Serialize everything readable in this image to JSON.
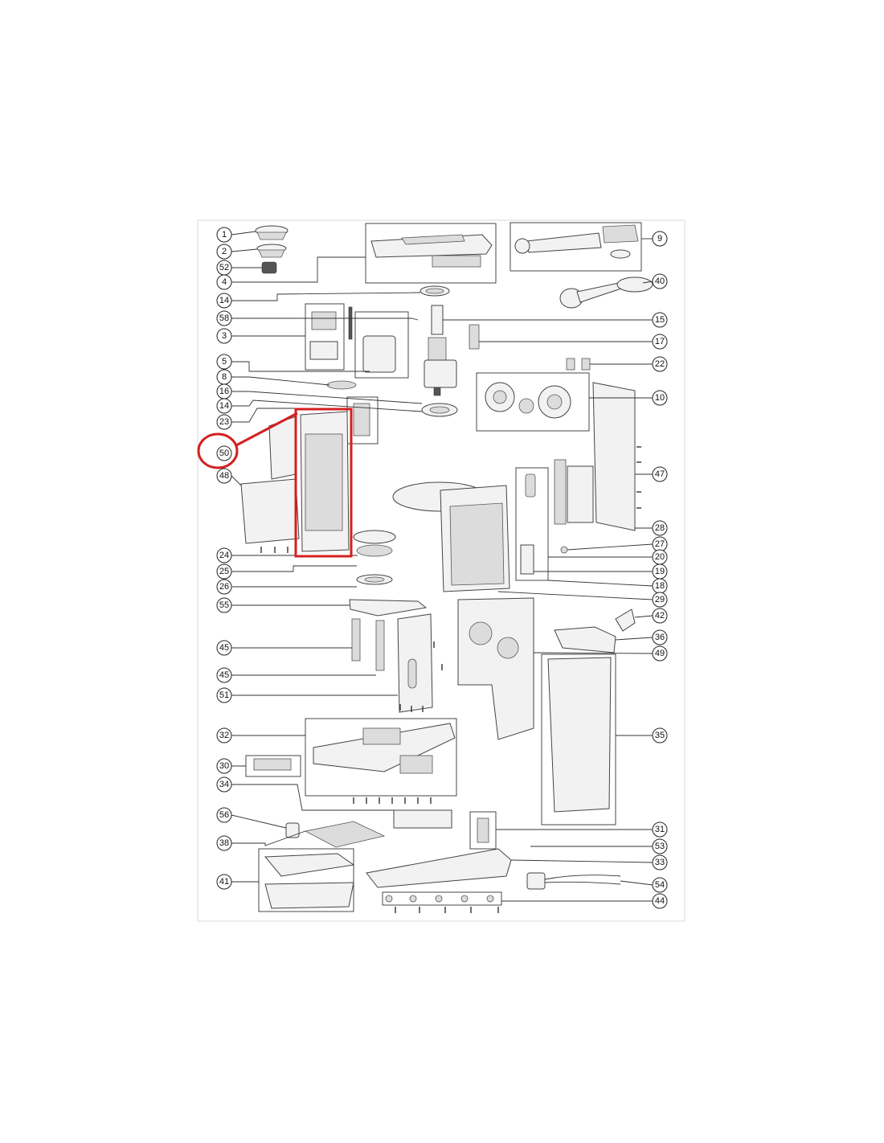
{
  "diagram": {
    "callouts": [
      {
        "id": "c1",
        "label": "1"
      },
      {
        "id": "c2",
        "label": "2"
      },
      {
        "id": "c52",
        "label": "52"
      },
      {
        "id": "c4",
        "label": "4"
      },
      {
        "id": "c14a",
        "label": "14"
      },
      {
        "id": "c58",
        "label": "58"
      },
      {
        "id": "c3",
        "label": "3"
      },
      {
        "id": "c5",
        "label": "5"
      },
      {
        "id": "c8",
        "label": "8"
      },
      {
        "id": "c16",
        "label": "16"
      },
      {
        "id": "c14b",
        "label": "14"
      },
      {
        "id": "c23",
        "label": "23"
      },
      {
        "id": "c50",
        "label": "50"
      },
      {
        "id": "c48",
        "label": "48"
      },
      {
        "id": "c24",
        "label": "24"
      },
      {
        "id": "c25",
        "label": "25"
      },
      {
        "id": "c26",
        "label": "26"
      },
      {
        "id": "c55",
        "label": "55"
      },
      {
        "id": "c45a",
        "label": "45"
      },
      {
        "id": "c45b",
        "label": "45"
      },
      {
        "id": "c51",
        "label": "51"
      },
      {
        "id": "c32",
        "label": "32"
      },
      {
        "id": "c30",
        "label": "30"
      },
      {
        "id": "c34",
        "label": "34"
      },
      {
        "id": "c56",
        "label": "56"
      },
      {
        "id": "c38",
        "label": "38"
      },
      {
        "id": "c41",
        "label": "41"
      },
      {
        "id": "c9",
        "label": "9"
      },
      {
        "id": "c40",
        "label": "40"
      },
      {
        "id": "c15",
        "label": "15"
      },
      {
        "id": "c17",
        "label": "17"
      },
      {
        "id": "c22",
        "label": "22"
      },
      {
        "id": "c10",
        "label": "10"
      },
      {
        "id": "c47",
        "label": "47"
      },
      {
        "id": "c28",
        "label": "28"
      },
      {
        "id": "c27",
        "label": "27"
      },
      {
        "id": "c20",
        "label": "20"
      },
      {
        "id": "c19",
        "label": "19"
      },
      {
        "id": "c18",
        "label": "18"
      },
      {
        "id": "c29",
        "label": "29"
      },
      {
        "id": "c42",
        "label": "42"
      },
      {
        "id": "c36",
        "label": "36"
      },
      {
        "id": "c49",
        "label": "49"
      },
      {
        "id": "c35",
        "label": "35"
      },
      {
        "id": "c31",
        "label": "31"
      },
      {
        "id": "c53",
        "label": "53"
      },
      {
        "id": "c33",
        "label": "33"
      },
      {
        "id": "c54",
        "label": "54"
      },
      {
        "id": "c44",
        "label": "44"
      }
    ],
    "highlight_color": "#d42020"
  }
}
